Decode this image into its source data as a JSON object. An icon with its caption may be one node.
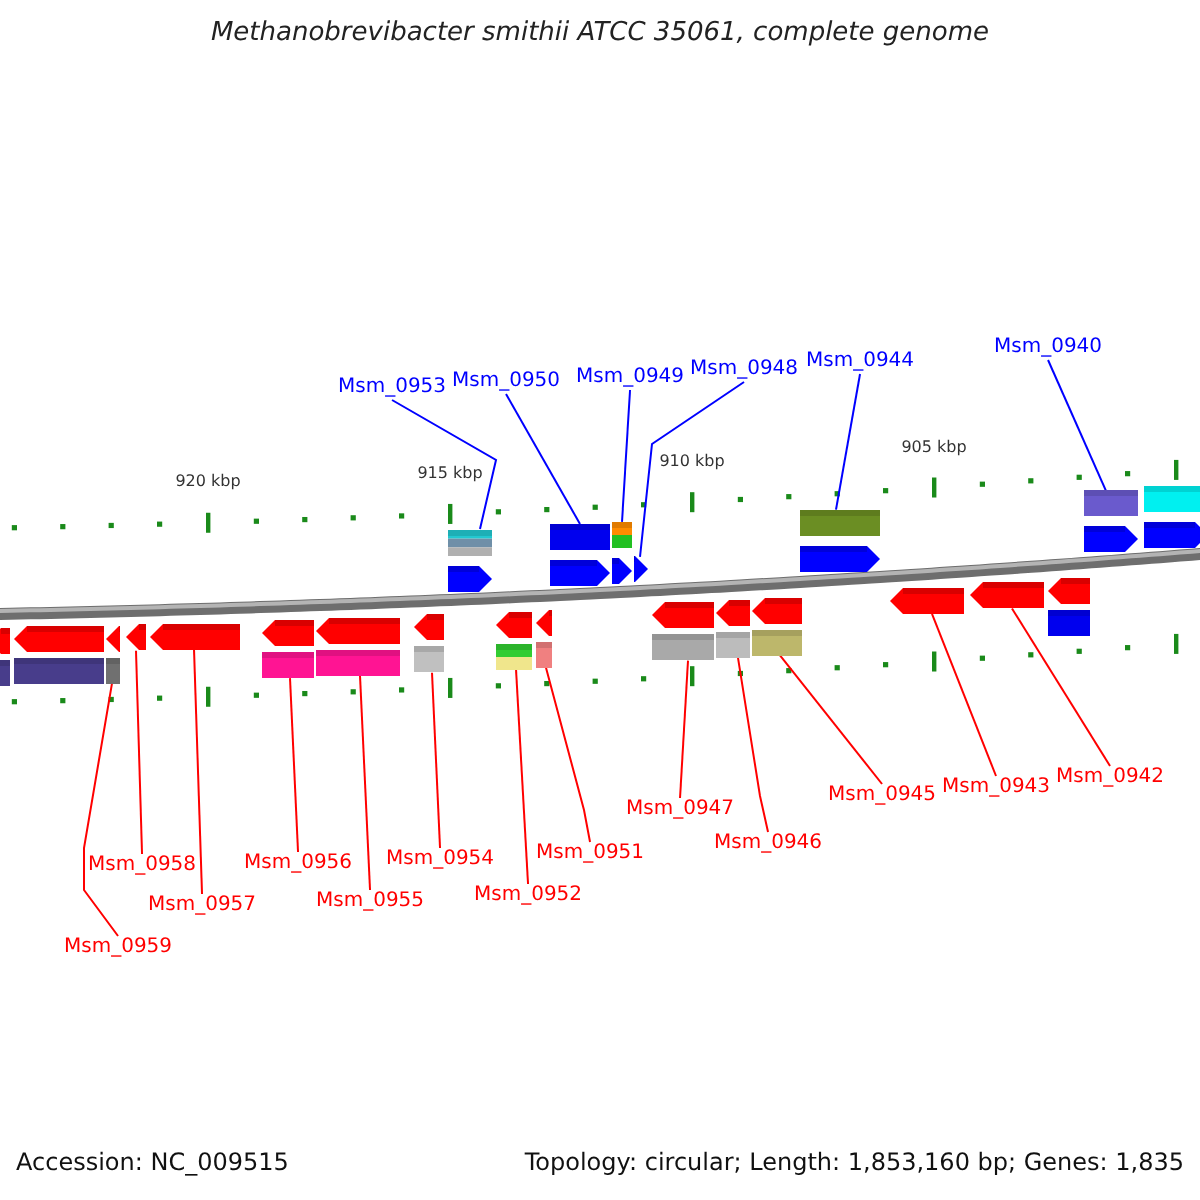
{
  "diagram": {
    "title": "Methanobrevibacter smithii ATCC 35061, complete genome",
    "nodes": [
      {
        "text": [
          "Msm_0953"
        ]
      },
      {
        "text": [
          "Msm_0950"
        ]
      },
      {
        "text": [
          "Msm_0949"
        ]
      },
      {
        "text": [
          "Msm_0948"
        ]
      },
      {
        "text": [
          "Msm_0944"
        ]
      },
      {
        "text": [
          "Msm_0940"
        ]
      },
      {
        "text": [],
        "shape": "arrow"
      },
      {
        "text": [],
        "shape": "arrow"
      },
      {
        "text": [],
        "shape": "arrow"
      },
      {
        "text": [],
        "shape": "arrow"
      },
      {
        "text": [],
        "shape": "arrow"
      },
      {
        "text": [],
        "shape": "arrow"
      },
      {
        "text": [
          "Msm_0959"
        ]
      },
      {
        "text": [
          "Msm_0958"
        ]
      },
      {
        "text": [
          "Msm_0957"
        ]
      },
      {
        "text": [
          "Msm_0956"
        ]
      },
      {
        "text": [
          "Msm_0955"
        ]
      },
      {
        "text": [
          "Msm_0954"
        ]
      },
      {
        "text": [
          "Msm_0952"
        ]
      },
      {
        "text": [
          "Msm_0951"
        ]
      },
      {
        "text": [
          "Msm_0947"
        ]
      },
      {
        "text": [
          "Msm_0946"
        ]
      },
      {
        "text": [
          "Msm_0945"
        ]
      },
      {
        "text": [
          "Msm_0943"
        ]
      },
      {
        "text": [
          "Msm_0942"
        ]
      },
      {
        "text": [],
        "shape": "arrow"
      },
      {
        "text": [],
        "shape": "arrow"
      },
      {
        "text": [],
        "shape": "arrow"
      },
      {
        "text": [],
        "shape": "arrow"
      },
      {
        "text": [],
        "shape": "arrow"
      },
      {
        "text": [],
        "shape": "arrow"
      },
      {
        "text": [],
        "shape": "arrow"
      },
      {
        "text": [],
        "shape": "arrow"
      },
      {
        "text": [],
        "shape": "arrow"
      },
      {
        "text": [],
        "shape": "arrow"
      },
      {
        "text": [],
        "shape": "arrow"
      },
      {
        "text": [],
        "shape": "arrow"
      },
      {
        "text": [],
        "shape": "arrow"
      },
      {
        "text": [],
        "shape": "arrow"
      },
      {
        "text": [],
        "shape": "arrow"
      },
      {
        "text": [],
        "shape": "arrow"
      },
      {
        "text": [],
        "shape": "arrow"
      }
    ],
    "edges": [
      {
        "from": 0,
        "to": 6,
        "arrow": "none",
        "color": "#0000ff"
      },
      {
        "from": 1,
        "to": 7,
        "arrow": "none",
        "color": "#0000ff"
      },
      {
        "from": 2,
        "to": 8,
        "arrow": "none",
        "color": "#0000ff"
      },
      {
        "from": 3,
        "to": 9,
        "arrow": "none",
        "color": "#0000ff"
      },
      {
        "from": 4,
        "to": 10,
        "arrow": "none",
        "color": "#0000ff"
      },
      {
        "from": 5,
        "to": 11,
        "arrow": "none",
        "color": "#0000ff"
      },
      {
        "from": 12,
        "to": 25,
        "arrow": "none"
      },
      {
        "from": 13,
        "to": 26,
        "arrow": "none"
      },
      {
        "from": 14,
        "to": 27,
        "arrow": "none"
      },
      {
        "from": 15,
        "to": 28,
        "arrow": "none"
      },
      {
        "from": 16,
        "to": 29,
        "arrow": "none"
      },
      {
        "from": 17,
        "to": 30,
        "arrow": "none"
      },
      {
        "from": 18,
        "to": 31,
        "arrow": "none"
      },
      {
        "from": 19,
        "to": 32,
        "arrow": "none"
      },
      {
        "from": 20,
        "to": 33,
        "arrow": "none"
      },
      {
        "from": 21,
        "to": 34,
        "arrow": "none"
      },
      {
        "from": 22,
        "to": 35,
        "arrow": "none"
      },
      {
        "from": 23,
        "to": 36,
        "arrow": "none"
      },
      {
        "from": 24,
        "to": 37,
        "arrow": "none"
      }
    ],
    "labels": [
      "920 kbp",
      "915 kbp",
      "910 kbp",
      "905 kbp",
      "Accession: NC_009515",
      "Topology: circular; Length: 1,853,160 bp; Genes: 1,835"
    ]
  }
}
